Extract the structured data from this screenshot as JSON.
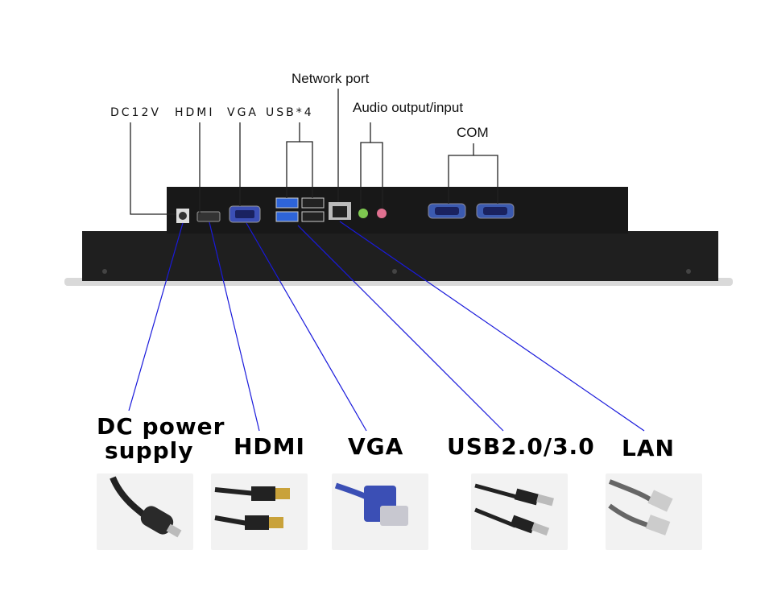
{
  "top_labels": {
    "dc12v": "DC12V",
    "hdmi": "HDMI",
    "vga": "VGA",
    "usb4": "USB*4",
    "network": "Network port",
    "audio": "Audio output/input",
    "com": "COM"
  },
  "cable_labels": {
    "dc_power": [
      "DC power",
      "supply"
    ],
    "hdmi": "HDMI",
    "vga": "VGA",
    "usb": "USB2.0/3.0",
    "lan": "LAN"
  },
  "colors": {
    "connector_line": "#1a1adb",
    "callout_line": "#222222",
    "panel_body": "#1f1f1f",
    "panel_bezel": "#d9d9d9",
    "usb3_blue": "#2e64d8",
    "vga_blue": "#3b4fb5",
    "audio_green": "#7ec850",
    "audio_pink": "#e07090"
  },
  "thumbnails": [
    "dc-plug",
    "hdmi-cable",
    "vga-cable",
    "usb-cable",
    "lan-cable"
  ]
}
